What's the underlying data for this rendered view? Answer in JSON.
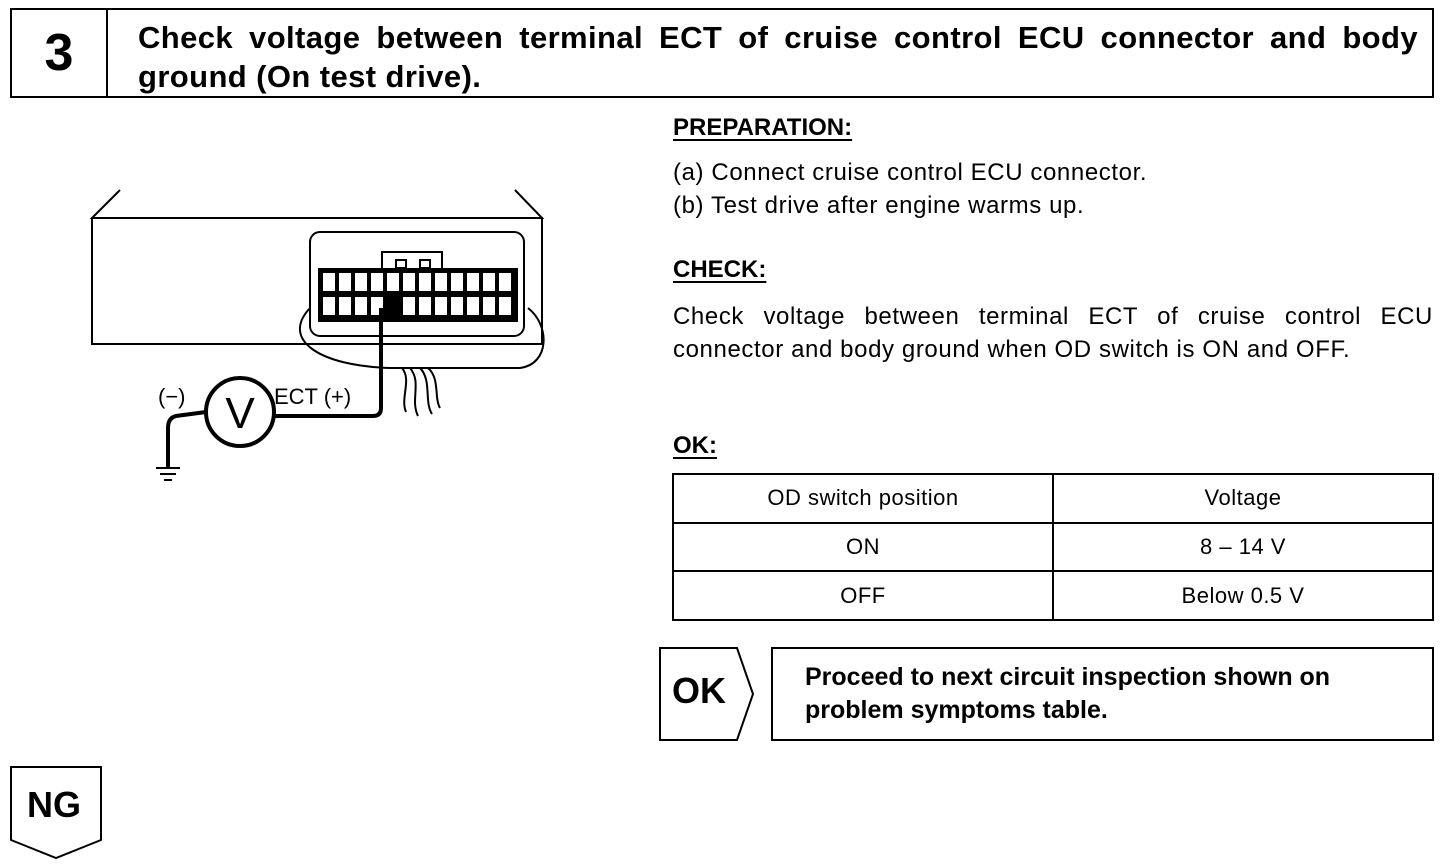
{
  "step": {
    "number": "3",
    "title": "Check voltage between terminal ECT of cruise control ECU connector and body ground (On test drive)."
  },
  "diagram": {
    "negative_label": "(−)",
    "meter_symbol": "V",
    "positive_label": "ECT (+)"
  },
  "preparation": {
    "heading": "PREPARATION:",
    "steps": [
      "(a)  Connect cruise control ECU connector.",
      "(b)  Test drive after engine warms up."
    ]
  },
  "check": {
    "heading": "CHECK:",
    "text": "Check voltage between terminal ECT of cruise control ECU connector and body ground when OD switch is ON and OFF."
  },
  "ok_spec": {
    "heading": "OK:",
    "columns": [
      "OD switch position",
      "Voltage"
    ],
    "rows": [
      [
        "ON",
        "8 – 14 V"
      ],
      [
        "OFF",
        "Below 0.5 V"
      ]
    ]
  },
  "result_ok": {
    "label": "OK",
    "text": "Proceed to next circuit inspection shown on problem symptoms table."
  },
  "result_ng": {
    "label": "NG"
  }
}
